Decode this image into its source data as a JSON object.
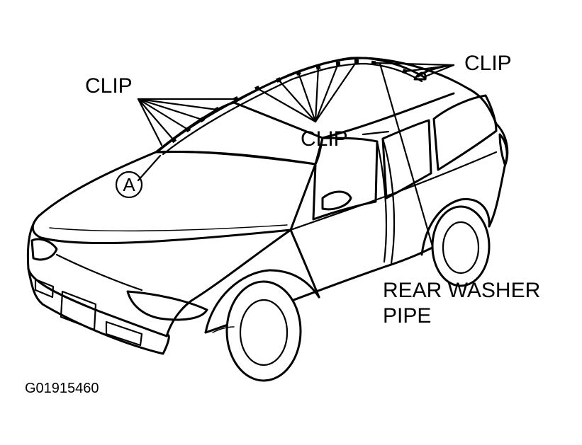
{
  "labels": {
    "clip_top_left": "CLIP",
    "clip_top_right": "CLIP",
    "clip_center": "CLIP",
    "reference_a": "A",
    "rear_washer_pipe_line1": "REAR WASHER",
    "rear_washer_pipe_line2": "PIPE",
    "figure_code": "G01915460"
  },
  "colors": {
    "ink": "#000000",
    "background": "#ffffff"
  }
}
